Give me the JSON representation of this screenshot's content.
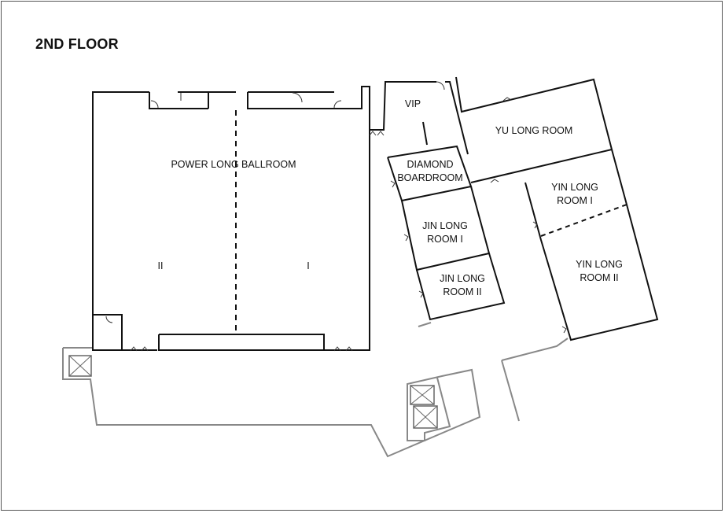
{
  "floor_title": "2ND FLOOR",
  "rooms": {
    "ballroom": "POWER LONG BALLROOM",
    "ballroom_section_2": "II",
    "ballroom_section_1": "I",
    "vip": "VIP",
    "diamond": [
      "DIAMOND",
      "BOARDROOM"
    ],
    "yu_long": "YU LONG ROOM",
    "jin_long_1": [
      "JIN LONG",
      "ROOM I"
    ],
    "jin_long_2": [
      "JIN LONG",
      "ROOM II"
    ],
    "yin_long_1": [
      "YIN LONG",
      "ROOM I"
    ],
    "yin_long_2": [
      "YIN LONG",
      "ROOM II"
    ]
  },
  "icons": [
    "elevator-icon",
    "door-icon"
  ],
  "colors": {
    "wall": "#111111",
    "outline": "#888888",
    "border": "#555555"
  }
}
